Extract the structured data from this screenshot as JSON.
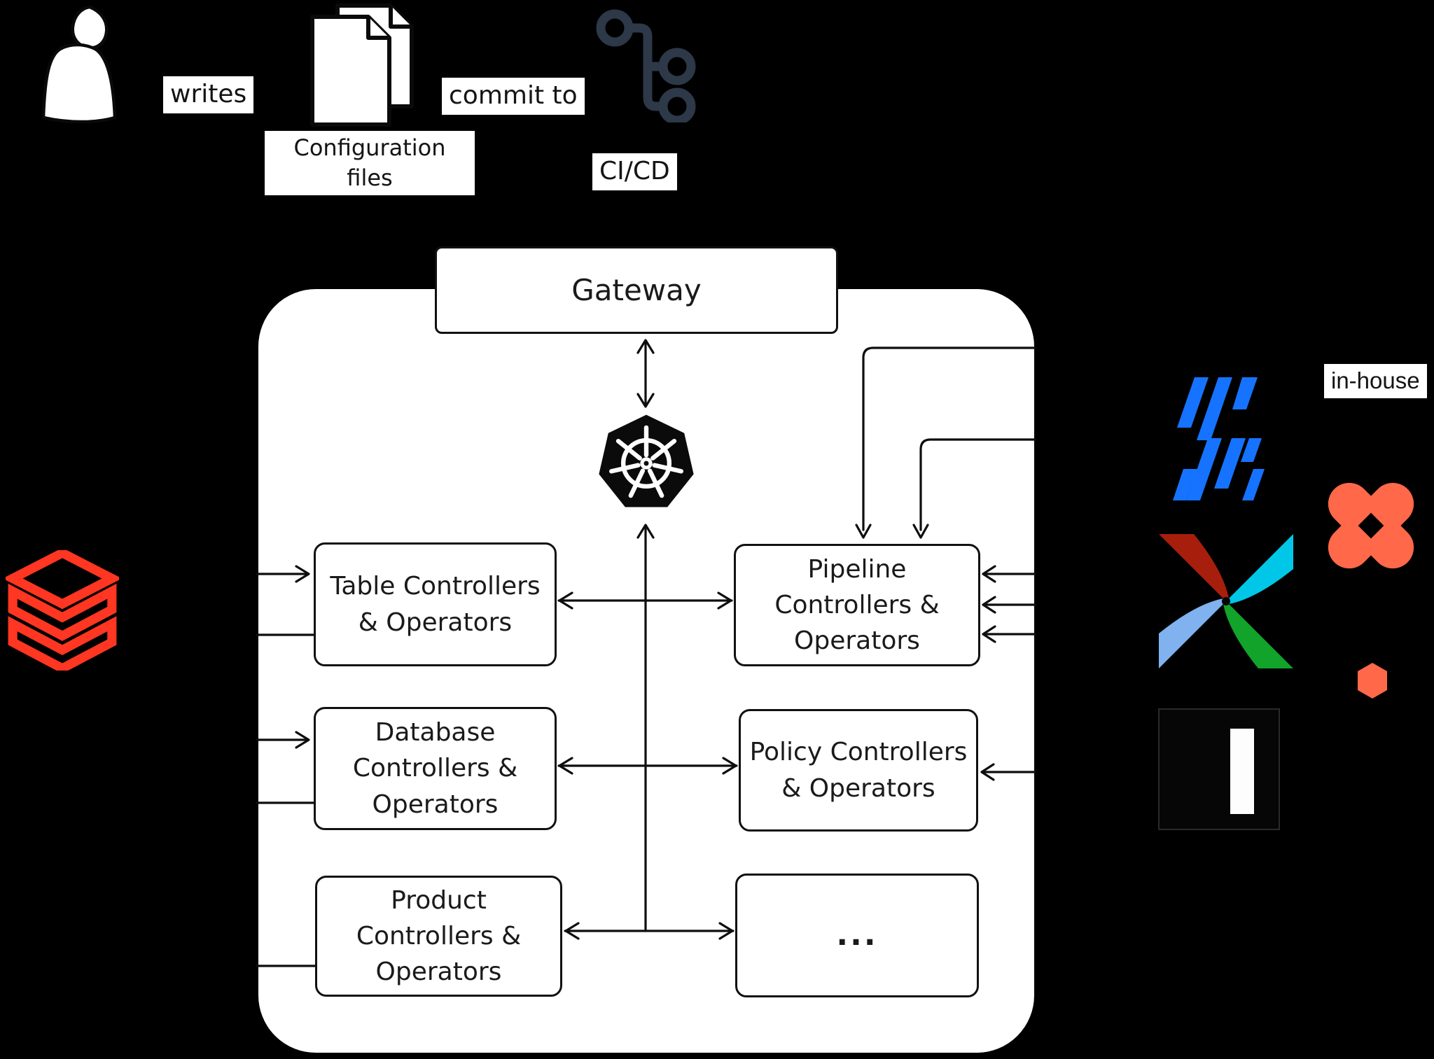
{
  "diagram": {
    "background": "#000000",
    "flow": {
      "writes": "writes",
      "configuration_files": "Configuration files",
      "commit_to": "commit to",
      "cicd": "CI/CD"
    },
    "gateway_label": "Gateway",
    "controllers": [
      {
        "label": "Table Controllers & Operators"
      },
      {
        "label": "Pipeline Controllers & Operators"
      },
      {
        "label": "Database Controllers & Operators"
      },
      {
        "label": "Policy Controllers & Operators"
      },
      {
        "label": "Product Controllers & Operators"
      },
      {
        "label": "..."
      }
    ],
    "in_house_label": "in-house",
    "icons": {
      "person": "person-icon",
      "documents": "configuration-files-icon",
      "git_branch": "cicd-git-branch-icon",
      "kubernetes": "kubernetes-icon",
      "databricks": "databricks-logo",
      "in_house_tool": "in-house-tool-logo",
      "airflow": "airflow-logo",
      "dbt": "dbt-logo",
      "black_box": "black-box-vendor-logo"
    },
    "colors": {
      "databricks": "#FF3621",
      "inhouse_blue": "#1573FF",
      "dbt_orange": "#FF6849",
      "git_slate": "#2D3848",
      "airflow_red": "#A81E0C",
      "airflow_cyan": "#00C7E8",
      "airflow_green": "#12A32B",
      "airflow_blue": "#7FB2EE",
      "kubernetes_black": "#0B0B0B",
      "line_black": "#0E0E0E"
    }
  }
}
